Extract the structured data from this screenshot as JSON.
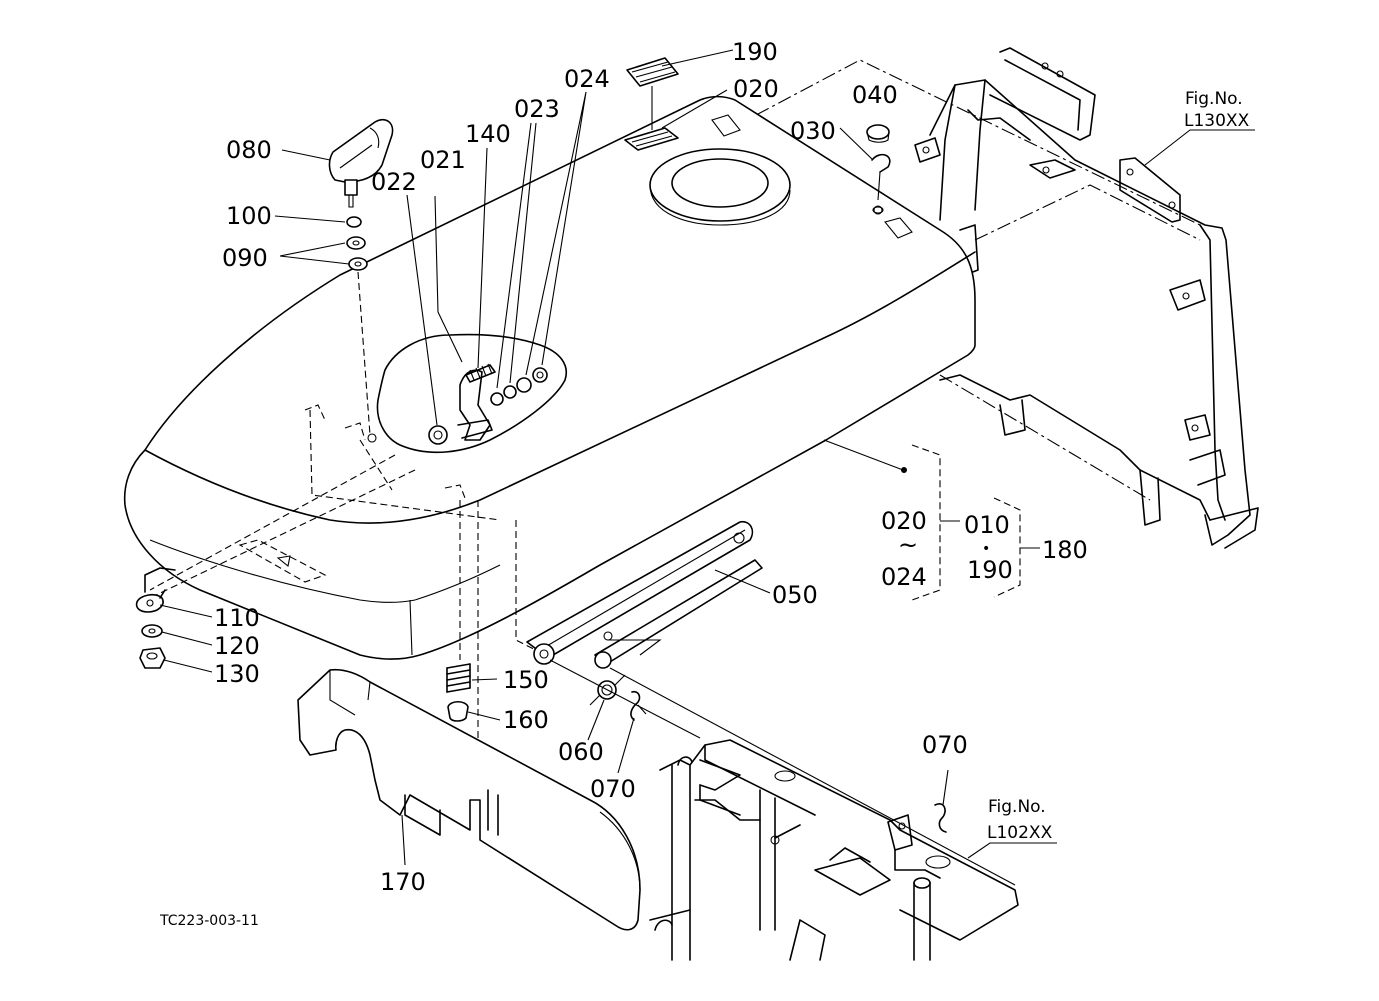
{
  "labels": {
    "p190": "190",
    "p024": "024",
    "p020": "020",
    "p040": "040",
    "p030": "030",
    "p023": "023",
    "p140": "140",
    "p080": "080",
    "p021": "021",
    "p022": "022",
    "p100": "100",
    "p090": "090",
    "p110": "110",
    "p120": "120",
    "p130": "130",
    "p150": "150",
    "p160": "160",
    "p060": "060",
    "p070a": "070",
    "p070b": "070",
    "p050": "050",
    "p170": "170"
  },
  "group": {
    "from": "020",
    "tilde": "~",
    "to": "024",
    "p010": "010",
    "dot": "•",
    "p190": "190",
    "p180": "180"
  },
  "figrefs": {
    "top_fig": "Fig.No.",
    "top_code": "L130XX",
    "bottom_fig": "Fig.No.",
    "bottom_code": "L102XX"
  },
  "diagram_code": "TC223-003-11"
}
